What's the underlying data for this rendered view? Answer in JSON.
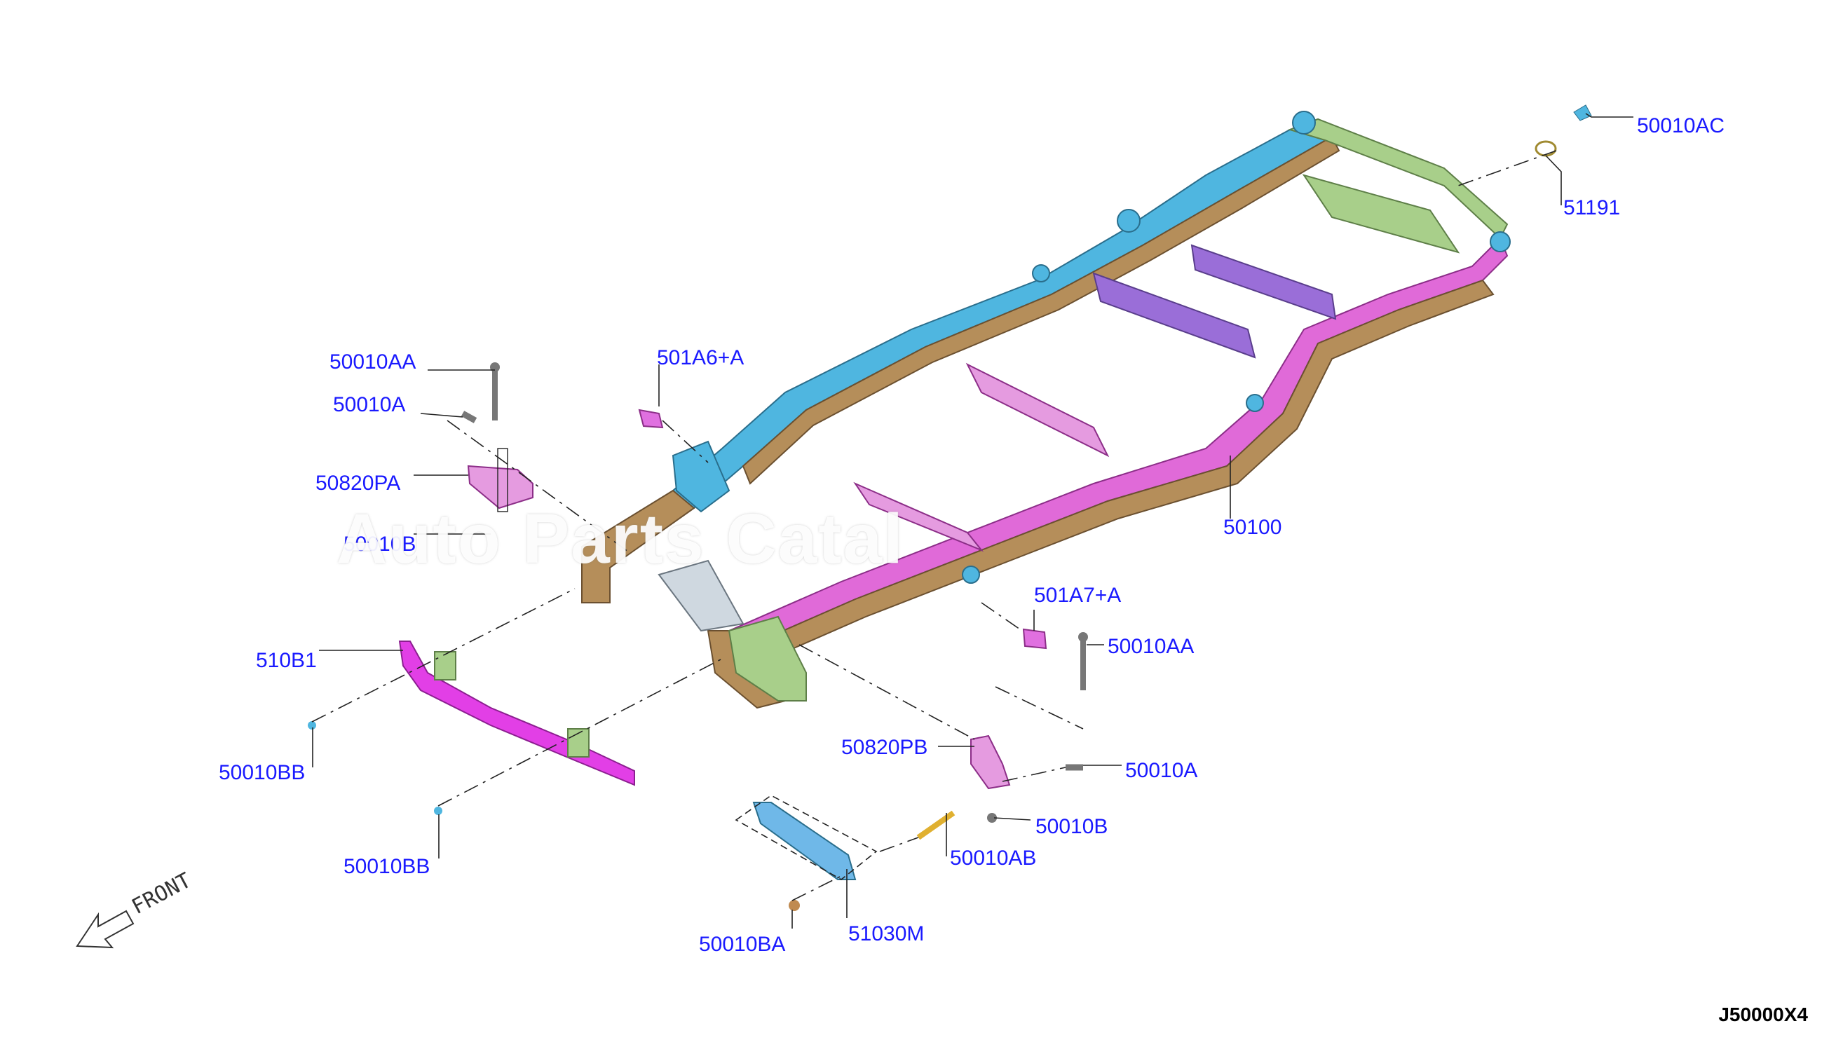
{
  "diagram": {
    "id": "J50000X4",
    "front_label": "FRONT",
    "watermark": "Auto Parts Catal",
    "callouts": [
      {
        "key": "c1",
        "text": "50010AC"
      },
      {
        "key": "c2",
        "text": "51191"
      },
      {
        "key": "c3",
        "text": "50010AA"
      },
      {
        "key": "c4",
        "text": "50010A"
      },
      {
        "key": "c5",
        "text": "501A6+A"
      },
      {
        "key": "c6",
        "text": "50820PA"
      },
      {
        "key": "c7",
        "text": "50010B"
      },
      {
        "key": "c8",
        "text": "50100"
      },
      {
        "key": "c9",
        "text": "501A7+A"
      },
      {
        "key": "c10",
        "text": "50010AA"
      },
      {
        "key": "c11",
        "text": "510B1"
      },
      {
        "key": "c12",
        "text": "50820PB"
      },
      {
        "key": "c13",
        "text": "50010A"
      },
      {
        "key": "c14",
        "text": "50010BB"
      },
      {
        "key": "c15",
        "text": "50010B"
      },
      {
        "key": "c16",
        "text": "50010AB"
      },
      {
        "key": "c17",
        "text": "50010BB"
      },
      {
        "key": "c18",
        "text": "50010BA"
      },
      {
        "key": "c19",
        "text": "51030M"
      }
    ]
  },
  "colors": {
    "callout_text": "#1a1aff",
    "frame_blue": "#4fb6e0",
    "frame_tan": "#b58e5a",
    "frame_green": "#a8cf8a",
    "frame_pink": "#e06ad8",
    "frame_purple": "#9a6ed8",
    "bumper_magenta": "#e23fe6"
  }
}
